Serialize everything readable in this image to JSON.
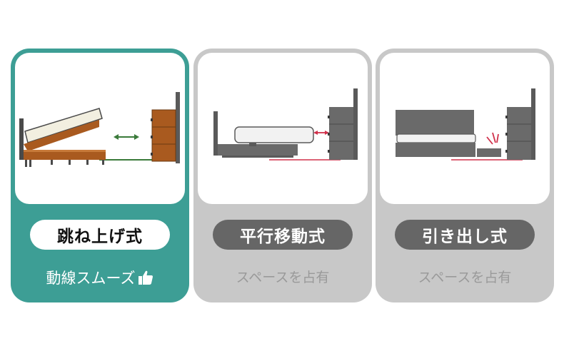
{
  "cards": [
    {
      "title": "跳ね上げ式",
      "caption": "動線スムーズ",
      "icon": "thumbs-up-icon",
      "active": true
    },
    {
      "title": "平行移動式",
      "caption": "スペースを占有",
      "active": false
    },
    {
      "title": "引き出し式",
      "caption": "スペースを占有",
      "active": false
    }
  ],
  "colors": {
    "active_card": "#3d9e95",
    "inactive_card": "#c8c8c8",
    "inactive_pill": "#666666",
    "wood": "#a95a1f",
    "arrow_green": "#3a7a3a",
    "arrow_red": "#d0304a"
  }
}
